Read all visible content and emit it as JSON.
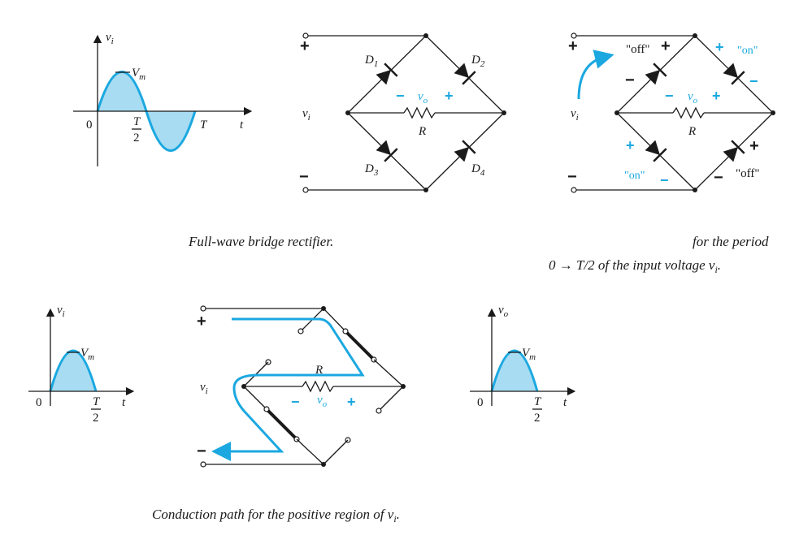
{
  "labels": {
    "vi": "v",
    "vi_sub": "i",
    "vo": "v",
    "vo_sub": "o",
    "Vm": "V",
    "Vm_sub": "m",
    "zero": "0",
    "T": "T",
    "T_half_num": "T",
    "T_half_den": "2",
    "t": "t",
    "R": "R",
    "D1": "D",
    "D1_sub": "1",
    "D2": "D",
    "D2_sub": "2",
    "D3": "D",
    "D3_sub": "3",
    "D4": "D",
    "D4_sub": "4",
    "plus": "+",
    "minus": "−",
    "off": "\"off\"",
    "on": "\"on\""
  },
  "captions": {
    "fig1": "Full-wave bridge rectifier.",
    "fig2_line1": "for the period",
    "fig2_line2_a": "0 → T/2 of the input voltage v",
    "fig2_line2_sub": "i",
    "fig2_line2_end": ".",
    "fig3_a": "Conduction path for the positive region of v",
    "fig3_sub": "i",
    "fig3_end": "."
  },
  "colors": {
    "accent": "#1ba8e0",
    "fill": "#a8dcf2",
    "ink": "#1a1a1a"
  }
}
